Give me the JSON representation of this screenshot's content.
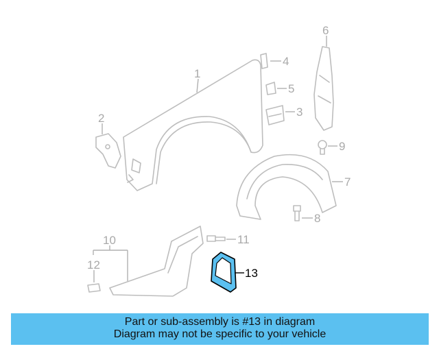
{
  "callouts": {
    "c1": "1",
    "c2": "2",
    "c3": "3",
    "c4": "4",
    "c5": "5",
    "c6": "6",
    "c7": "7",
    "c8": "8",
    "c9": "9",
    "c10": "10",
    "c11": "11",
    "c12": "12",
    "c13": "13"
  },
  "highlighted_part": "13",
  "colors": {
    "banner_bg": "#5bc0f0",
    "highlight_fill": "#5bc0f0",
    "highlight_stroke": "#000000",
    "part_stroke": "#bdbdbd"
  },
  "banner": {
    "line1": "Part or sub-assembly is #13 in diagram",
    "line2": "Diagram may not be specific to your vehicle"
  }
}
